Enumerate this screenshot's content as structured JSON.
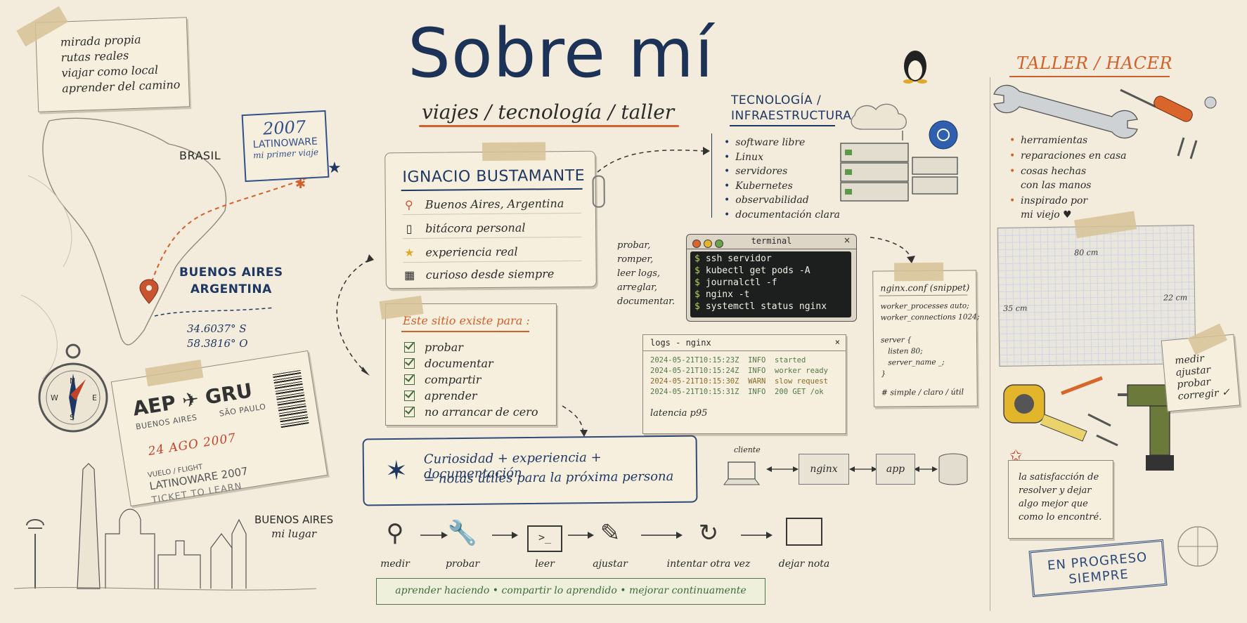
{
  "header": {
    "title": "Sobre mí",
    "subtitle": "viajes / tecnología / taller"
  },
  "top_note": {
    "lines": [
      "mirada propia",
      "rutas reales",
      "viajar como local",
      "aprender del camino"
    ]
  },
  "map": {
    "label_brasil": "BRASIL",
    "label_city": "BUENOS AIRES",
    "label_country": "ARGENTINA",
    "lat": "34.6037° S",
    "lon": "58.3816° O",
    "stamp_year": "2007",
    "stamp_event": "LATINOWARE",
    "stamp_note": "mi primer viaje"
  },
  "ticket": {
    "route_from": "AEP",
    "route_to": "GRU",
    "city_from": "BUENOS AIRES",
    "city_to": "SÃO PAULO",
    "date": "24 AGO 2007",
    "flight_label": "VUELO / FLIGHT",
    "event": "LATINOWARE 2007",
    "footer": "TICKET TO LEARN"
  },
  "bottom_left": {
    "city": "BUENOS AIRES",
    "caption": "mi lugar"
  },
  "profile": {
    "name": "IGNACIO BUSTAMANTE",
    "rows": [
      {
        "icon": "location-pin-icon",
        "glyph": "📍",
        "text": "Buenos Aires, Argentina"
      },
      {
        "icon": "notebook-icon",
        "glyph": "🗒",
        "text": "bitácora personal"
      },
      {
        "icon": "star-icon",
        "glyph": "★",
        "text": "experiencia real"
      },
      {
        "icon": "calendar-icon",
        "glyph": "▦",
        "text": "curioso desde siempre"
      }
    ]
  },
  "purpose": {
    "heading": "Este sitio existe para :",
    "items": [
      "probar",
      "documentar",
      "compartir",
      "aprender",
      "no arrancar de cero"
    ]
  },
  "banner": {
    "line1": "Curiosidad + experiencia + documentación",
    "line2": "= notas útiles para la próxima persona"
  },
  "process": {
    "steps": [
      {
        "icon": "magnifier-icon",
        "glyph": "🔍",
        "label": "medir"
      },
      {
        "icon": "wrench-icon",
        "glyph": "🔧",
        "label": "probar"
      },
      {
        "icon": "terminal-icon",
        "glyph": ">_",
        "label": "leer"
      },
      {
        "icon": "pencil-icon",
        "glyph": "✎",
        "label": "ajustar"
      },
      {
        "icon": "retry-icon",
        "glyph": "↻",
        "label": "intentar otra vez"
      },
      {
        "icon": "note-card-icon",
        "glyph": "▤",
        "label": "dejar nota"
      }
    ],
    "motto": "aprender haciendo • compartir lo aprendido • mejorar continuamente"
  },
  "tech": {
    "heading_line1": "TECNOLOGÍA /",
    "heading_line2": "INFRAESTRUCTURA",
    "items": [
      "software libre",
      "Linux",
      "servidores",
      "Kubernetes",
      "observabilidad",
      "documentación clara"
    ]
  },
  "side_note": {
    "lines": [
      "probar,",
      "romper,",
      "leer logs,",
      "arreglar,",
      "documentar."
    ]
  },
  "terminal": {
    "title": "terminal",
    "close": "×",
    "prompt": "$",
    "commands": [
      "ssh servidor",
      "kubectl get pods -A",
      "journalctl -f",
      "nginx -t",
      "systemctl status nginx"
    ]
  },
  "logs": {
    "title": "logs - nginx",
    "close": "×",
    "entries": [
      {
        "ts": "2024-05-21T10:15:23Z",
        "level": "INFO",
        "msg": "started"
      },
      {
        "ts": "2024-05-21T10:15:24Z",
        "level": "INFO",
        "msg": "worker ready"
      },
      {
        "ts": "2024-05-21T10:15:30Z",
        "level": "WARN",
        "msg": "slow request"
      },
      {
        "ts": "2024-05-21T10:15:31Z",
        "level": "INFO",
        "msg": "200 GET /ok"
      }
    ],
    "latency_label": "latencia p95"
  },
  "nginx": {
    "heading": "nginx.conf (snippet)",
    "code": [
      "worker_processes auto;",
      "worker_connections 1024;",
      "",
      "server {",
      "   listen 80;",
      "   server_name _;",
      "}",
      "",
      "# simple / claro / útil"
    ]
  },
  "arch": {
    "client": "cliente",
    "proxy": "nginx",
    "app": "app"
  },
  "taller": {
    "heading": "TALLER / HACER",
    "items": [
      "herramientas",
      "reparaciones en casa",
      "cosas hechas\ncon las manos",
      "inspirado por\nmi viejo ♥"
    ],
    "dim_width": "80 cm",
    "dim_height": "35 cm",
    "dim_depth": "22 cm",
    "measure_note": [
      "medir",
      "ajustar",
      "probar",
      "corregir ✓"
    ],
    "satisfaction": [
      "la satisfacción de",
      "resolver y dejar",
      "algo mejor que",
      "como lo encontré."
    ],
    "stamp_line1": "EN PROGRESO",
    "stamp_line2": "SIEMPRE"
  },
  "colors": {
    "navy": "#1f3863",
    "orange": "#d2602a",
    "green": "#3f6a3a",
    "paper": "#f3ecdc"
  }
}
